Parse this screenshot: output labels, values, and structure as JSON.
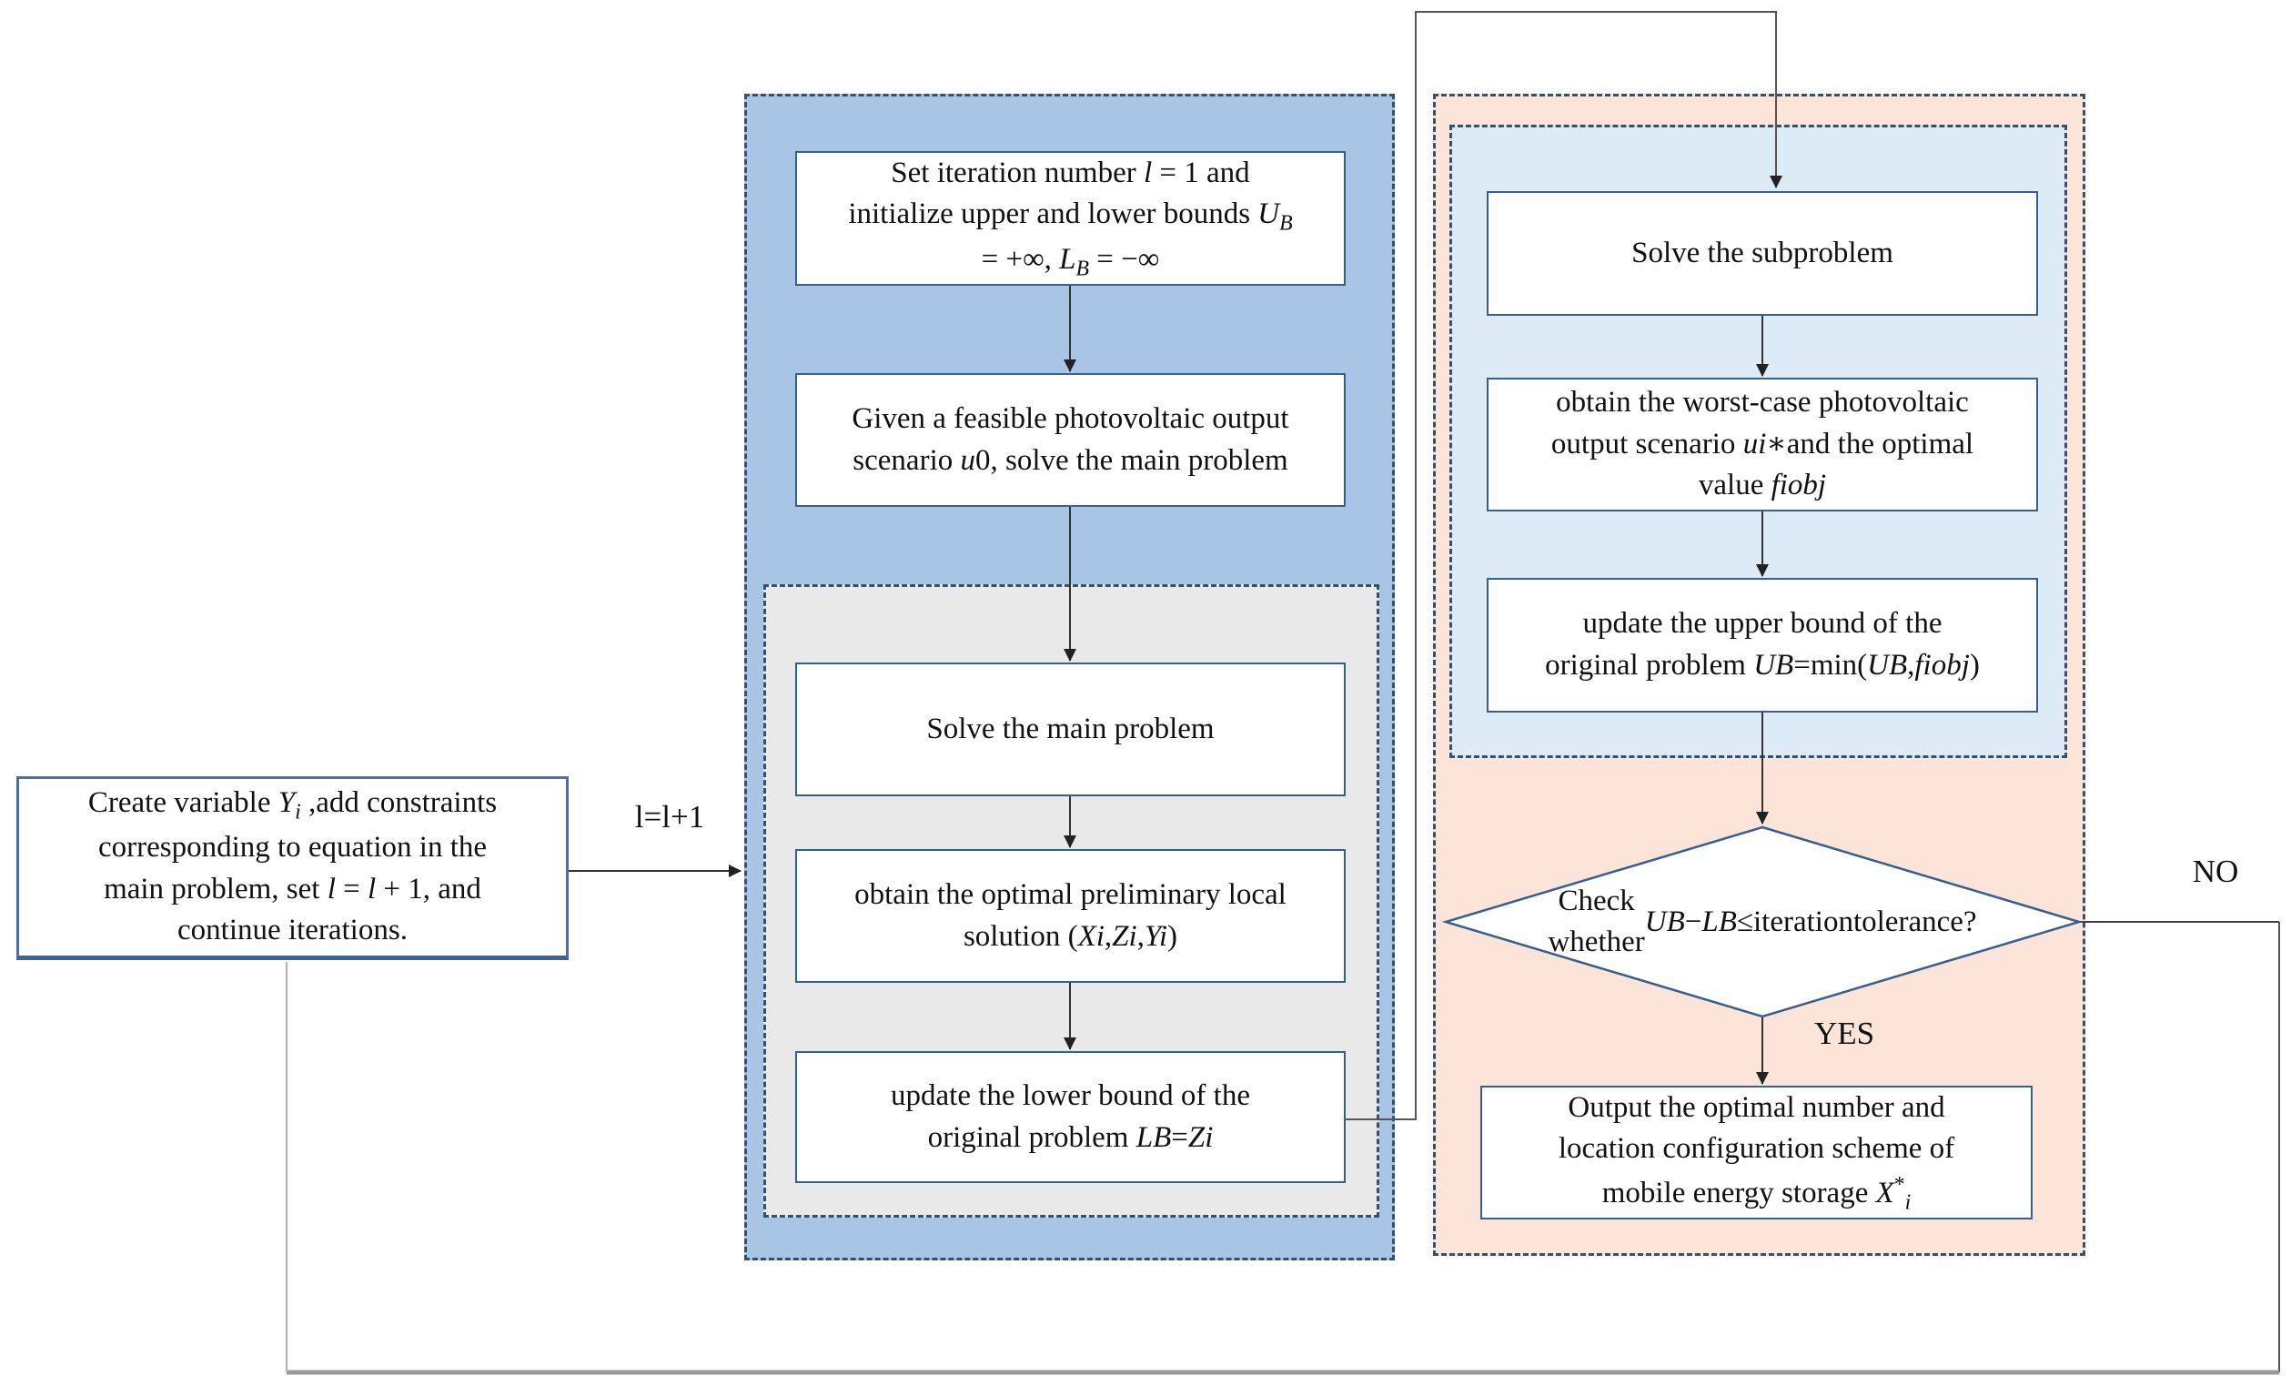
{
  "labels": {
    "iteration_increment": "l=l+1",
    "no": "NO",
    "yes": "YES"
  },
  "colors": {
    "main_container_fill": "#a9c5e5",
    "inner_gray_fill": "#e9e9e9",
    "sub_container_fill": "#fce5d8",
    "sub_inner_fill": "#dcebf6",
    "dashed_border": "#34506e",
    "node_border": "#365f91",
    "node_fill": "#ffffff",
    "arrow_color": "#333333",
    "loop_connector_color": "#555555",
    "feedback_line_color": "#9a9a9a"
  },
  "nodes": {
    "create_variable": {
      "segments": [
        {
          "t": "Create variable "
        },
        {
          "t": "Y",
          "i": true
        },
        {
          "t": "i",
          "i": true,
          "sub": true
        },
        {
          "t": " ,add constraints"
        },
        {
          "br": true
        },
        {
          "t": "corresponding to equation  in the"
        },
        {
          "br": true
        },
        {
          "t": "main problem, set "
        },
        {
          "t": "l",
          "i": true
        },
        {
          "t": " = "
        },
        {
          "t": "l",
          "i": true
        },
        {
          "t": " + 1, and"
        },
        {
          "br": true
        },
        {
          "t": "continue iterations."
        }
      ]
    },
    "set_iteration": {
      "segments": [
        {
          "t": "Set iteration number "
        },
        {
          "t": "l",
          "i": true
        },
        {
          "t": " = 1 and"
        },
        {
          "br": true
        },
        {
          "t": "initialize upper and lower bounds "
        },
        {
          "t": "U",
          "i": true
        },
        {
          "t": "B",
          "i": true,
          "sub": true
        },
        {
          "br": true
        },
        {
          "t": "= +∞, "
        },
        {
          "t": "L",
          "i": true
        },
        {
          "t": "B",
          "i": true,
          "sub": true
        },
        {
          "t": " = −∞"
        }
      ]
    },
    "feasible_scenario": {
      "segments": [
        {
          "t": "Given a feasible photovoltaic output"
        },
        {
          "br": true
        },
        {
          "t": "scenario "
        },
        {
          "t": "u",
          "i": true
        },
        {
          "t": "0, solve the main problem"
        }
      ]
    },
    "solve_main": {
      "segments": [
        {
          "t": "Solve the main problem"
        }
      ]
    },
    "optimal_solution": {
      "segments": [
        {
          "t": "obtain the optimal preliminary local"
        },
        {
          "br": true
        },
        {
          "t": "solution ("
        },
        {
          "t": "Xi",
          "i": true
        },
        {
          "t": ","
        },
        {
          "t": "Zi",
          "i": true
        },
        {
          "t": ","
        },
        {
          "t": "Yi",
          "i": true
        },
        {
          "t": ")"
        }
      ]
    },
    "update_lower_bound": {
      "segments": [
        {
          "t": "update the lower bound of the"
        },
        {
          "br": true
        },
        {
          "t": "original problem "
        },
        {
          "t": "LB",
          "i": true
        },
        {
          "t": "="
        },
        {
          "t": "Zi",
          "i": true
        }
      ]
    },
    "solve_subproblem": {
      "segments": [
        {
          "t": "Solve the subproblem"
        }
      ]
    },
    "worst_case": {
      "segments": [
        {
          "t": "obtain the worst-case photovoltaic"
        },
        {
          "br": true
        },
        {
          "t": "output scenario "
        },
        {
          "t": "ui",
          "i": true
        },
        {
          "t": "∗and the optimal"
        },
        {
          "br": true
        },
        {
          "t": "value "
        },
        {
          "t": "fiobj",
          "i": true
        }
      ]
    },
    "update_upper_bound": {
      "segments": [
        {
          "t": "update the upper bound of the"
        },
        {
          "br": true
        },
        {
          "t": "original problem "
        },
        {
          "t": "UB",
          "i": true
        },
        {
          "t": "=min("
        },
        {
          "t": "UB",
          "i": true
        },
        {
          "t": ","
        },
        {
          "t": "fiobj",
          "i": true
        },
        {
          "t": ")"
        }
      ]
    },
    "check_convergence": {
      "segments": [
        {
          "t": "Check whether"
        },
        {
          "br": true
        },
        {
          "t": "UB",
          "i": true
        },
        {
          "t": "−"
        },
        {
          "t": "LB",
          "i": true
        },
        {
          "t": "≤iteration"
        },
        {
          "br": true
        },
        {
          "t": "tolerance?"
        }
      ]
    },
    "output_result": {
      "segments": [
        {
          "t": "Output the optimal number and"
        },
        {
          "br": true
        },
        {
          "t": "location configuration scheme of"
        },
        {
          "br": true
        },
        {
          "t": "mobile energy storage "
        },
        {
          "t": "X",
          "i": true
        },
        {
          "t": "*",
          "sup": true
        },
        {
          "t": "i",
          "i": true,
          "sub": true
        }
      ]
    }
  }
}
